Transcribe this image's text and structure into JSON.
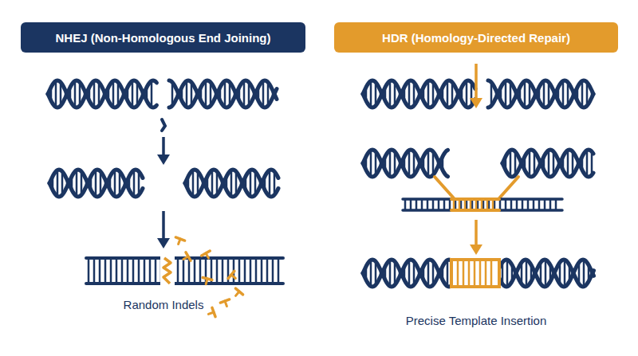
{
  "diagram": {
    "nodes": [
      {
        "text": [
          "NHEJ (Non-Homologous End Joining)"
        ]
      },
      {
        "text": [
          "HDR (Homology-Directed Repair)"
        ]
      }
    ],
    "labels": [
      "Random Indels",
      "Precise Template Insertion"
    ]
  }
}
